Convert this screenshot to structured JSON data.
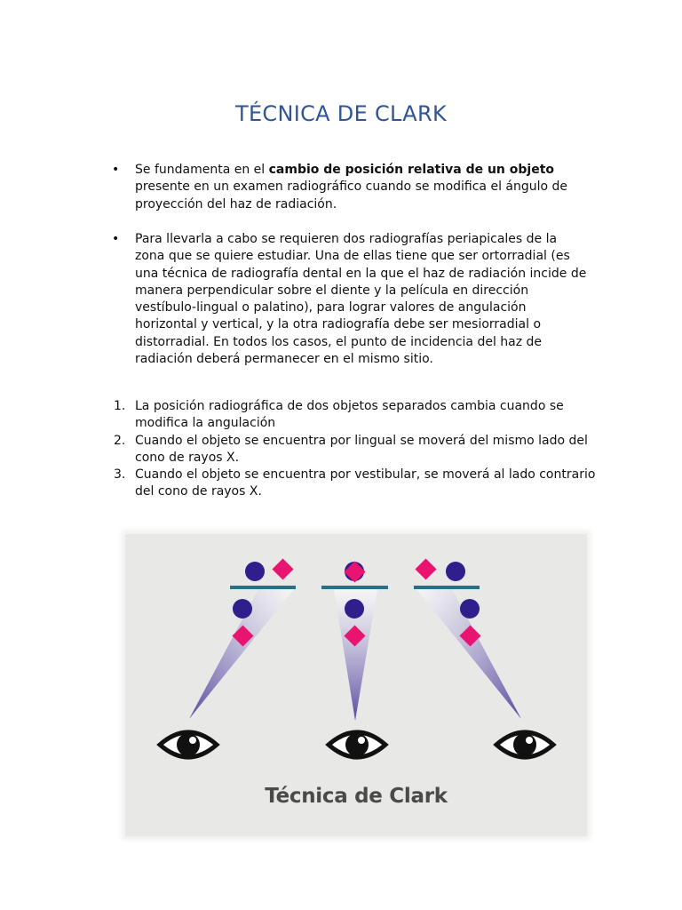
{
  "title": "TÉCNICA DE CLARK",
  "bullets": [
    {
      "symbol": "•",
      "pre": "Se fundamenta en el ",
      "bold": "cambio de posición relativa de un objeto",
      "post": " presente en un examen radiográfico cuando se modifica el ángulo de proyección del haz de radiación."
    },
    {
      "symbol": "•",
      "text": "Para llevarla a cabo se requieren dos radiografías periapicales de la zona que se quiere estudiar. Una de ellas tiene que ser ortorradial (es una técnica de radiografía dental en la que el haz de radiación incide de manera perpendicular sobre el diente y la película en dirección vestíbulo-lingual o palatino), para lograr valores de angulación horizontal y vertical, y la otra radiografía debe ser mesiorradial o distorradial. En todos los casos, el punto de incidencia del haz de radiación deberá permanecer en el mismo sitio."
    }
  ],
  "numbered": [
    {
      "num": "1.",
      "text": "La posición radiográfica de dos objetos separados cambia cuando se modifica la angulación"
    },
    {
      "num": "2.",
      "text": "Cuando el objeto se encuentra por lingual se moverá del mismo lado del cono de rayos X."
    },
    {
      "num": "3.",
      "text": "Cuando el objeto se encuentra por vestibular, se moverá al lado contrario del cono de rayos X."
    }
  ],
  "figure": {
    "caption": "Técnica de Clark",
    "colors": {
      "circle": "#2e1f8c",
      "diamond": "#e8146f",
      "film": "#2a6f86",
      "beam": "#6a5aaa",
      "eye": "#111111"
    },
    "icons": [
      "eye-icon",
      "circle-object-icon",
      "diamond-object-icon",
      "film-line-icon",
      "beam-cone-icon"
    ]
  }
}
